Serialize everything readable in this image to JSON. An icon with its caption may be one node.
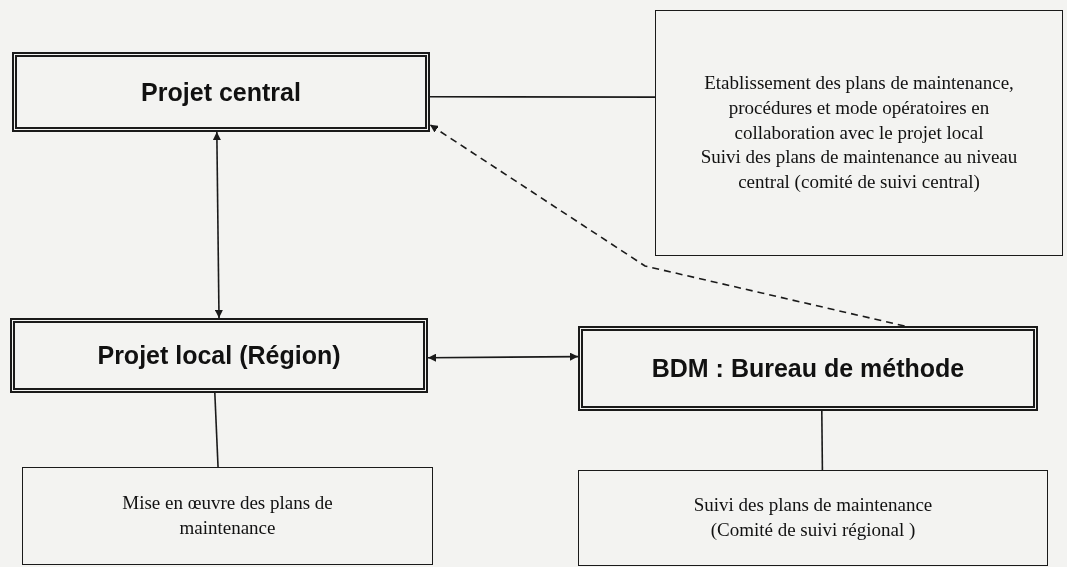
{
  "diagram": {
    "nodes": [
      {
        "text": [
          "Projet central"
        ]
      },
      {
        "text": [
          "Projet local (Région)"
        ]
      },
      {
        "text": [
          "BDM : Bureau de méthode"
        ]
      },
      {
        "text": [
          "Etablissement des plans de maintenance, procédures et mode opératoires en collaboration avec le projet local",
          "Suivi des plans de maintenance au niveau central (comité de suivi central)"
        ]
      },
      {
        "text": [
          "Mise en œuvre des plans de maintenance"
        ]
      },
      {
        "text": [
          "Suivi des plans de maintenance (Comité de suivi régional )"
        ]
      }
    ],
    "edges": [
      {
        "from": 0,
        "to": 3,
        "arrow": "none"
      },
      {
        "from": 0,
        "to": 1,
        "arrow": "both"
      },
      {
        "from": 1,
        "to": 2,
        "arrow": "both"
      },
      {
        "from": 2,
        "to": 0,
        "arrow": "to",
        "style": "dashed"
      },
      {
        "from": 1,
        "to": 4,
        "arrow": "none"
      },
      {
        "from": 2,
        "to": 5,
        "arrow": "none"
      }
    ]
  }
}
